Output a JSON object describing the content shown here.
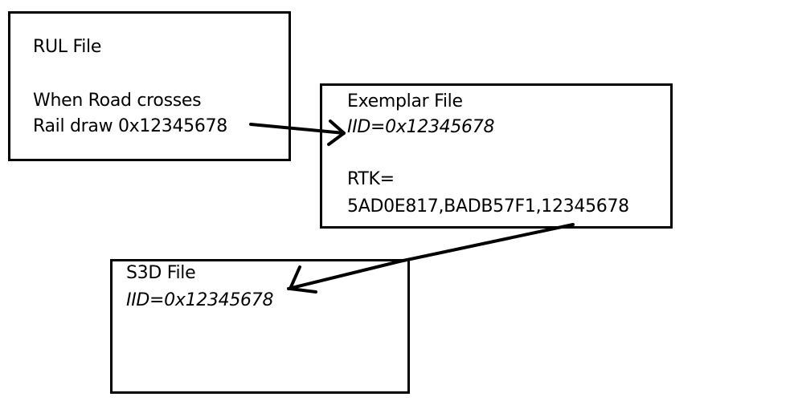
{
  "rul_box": {
    "title": "RUL File",
    "line1": "When Road crosses",
    "line2": "Rail draw 0x12345678"
  },
  "exemplar_box": {
    "title": "Exemplar File",
    "iid": "IID=0x12345678",
    "rtk_label": "RTK=",
    "rtk_value": "5AD0E817,BADB57F1,12345678"
  },
  "s3d_box": {
    "title": "S3D File",
    "iid": "IID=0x12345678"
  },
  "colors": {
    "stroke": "#000000",
    "background": "#ffffff"
  }
}
